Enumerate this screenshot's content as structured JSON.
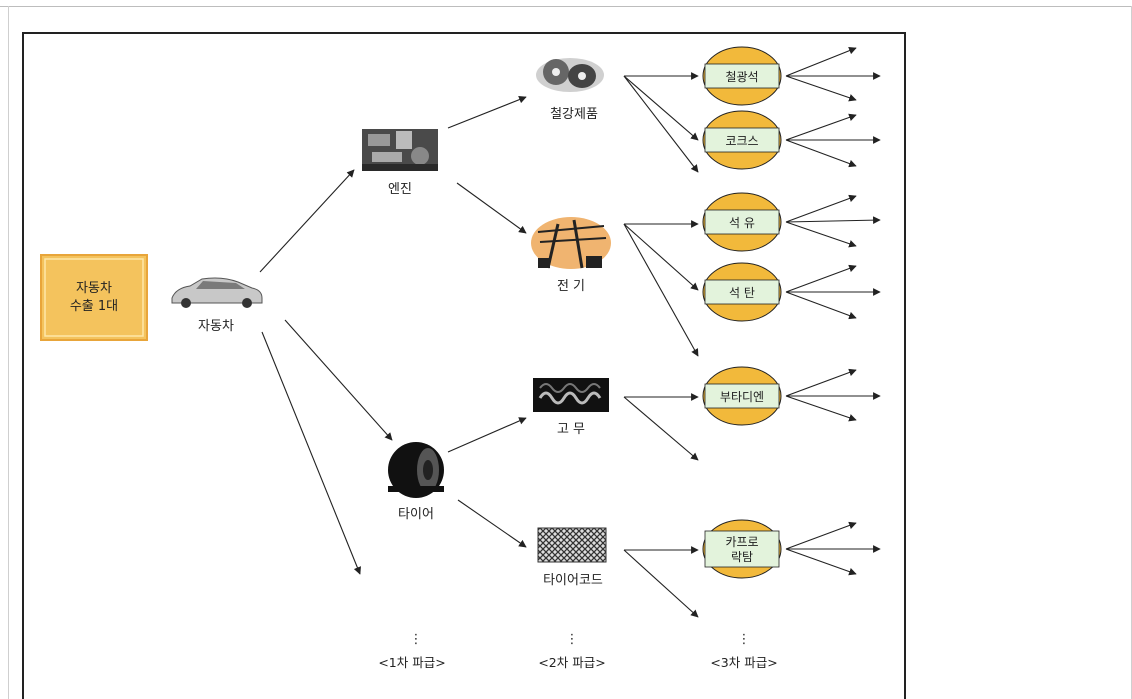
{
  "export": {
    "line1": "자동차",
    "line2": "수출 1대"
  },
  "car": {
    "label": "자동차"
  },
  "tier1": [
    {
      "key": "engine",
      "label": "엔진"
    },
    {
      "key": "tire",
      "label": "타이어"
    }
  ],
  "tier2": [
    {
      "key": "steel",
      "label": "철강제품"
    },
    {
      "key": "electricity",
      "label": "전  기"
    },
    {
      "key": "rubber",
      "label": "고  무"
    },
    {
      "key": "tirecord",
      "label": "타이어코드"
    }
  ],
  "tier3": [
    {
      "key": "iron-ore",
      "label": "철광석",
      "label2": ""
    },
    {
      "key": "coke",
      "label": "코크스",
      "label2": ""
    },
    {
      "key": "oil",
      "label": "석  유",
      "label2": ""
    },
    {
      "key": "coal",
      "label": "석  탄",
      "label2": ""
    },
    {
      "key": "butadiene",
      "label": "부타디엔",
      "label2": ""
    },
    {
      "key": "caprolactam",
      "label": "카프로",
      "label2": "락탐"
    }
  ],
  "levels": {
    "dots": "⋮",
    "first": "<1차 파급>",
    "second": "<2차 파급>",
    "third": "<3차 파급>"
  },
  "colors": {
    "box_fill": "#f4c35d",
    "box_border": "#e8a53a",
    "ellipse_fill": "#f2b93b",
    "ellipse_band": "#e3f3dc",
    "line": "#222222"
  }
}
